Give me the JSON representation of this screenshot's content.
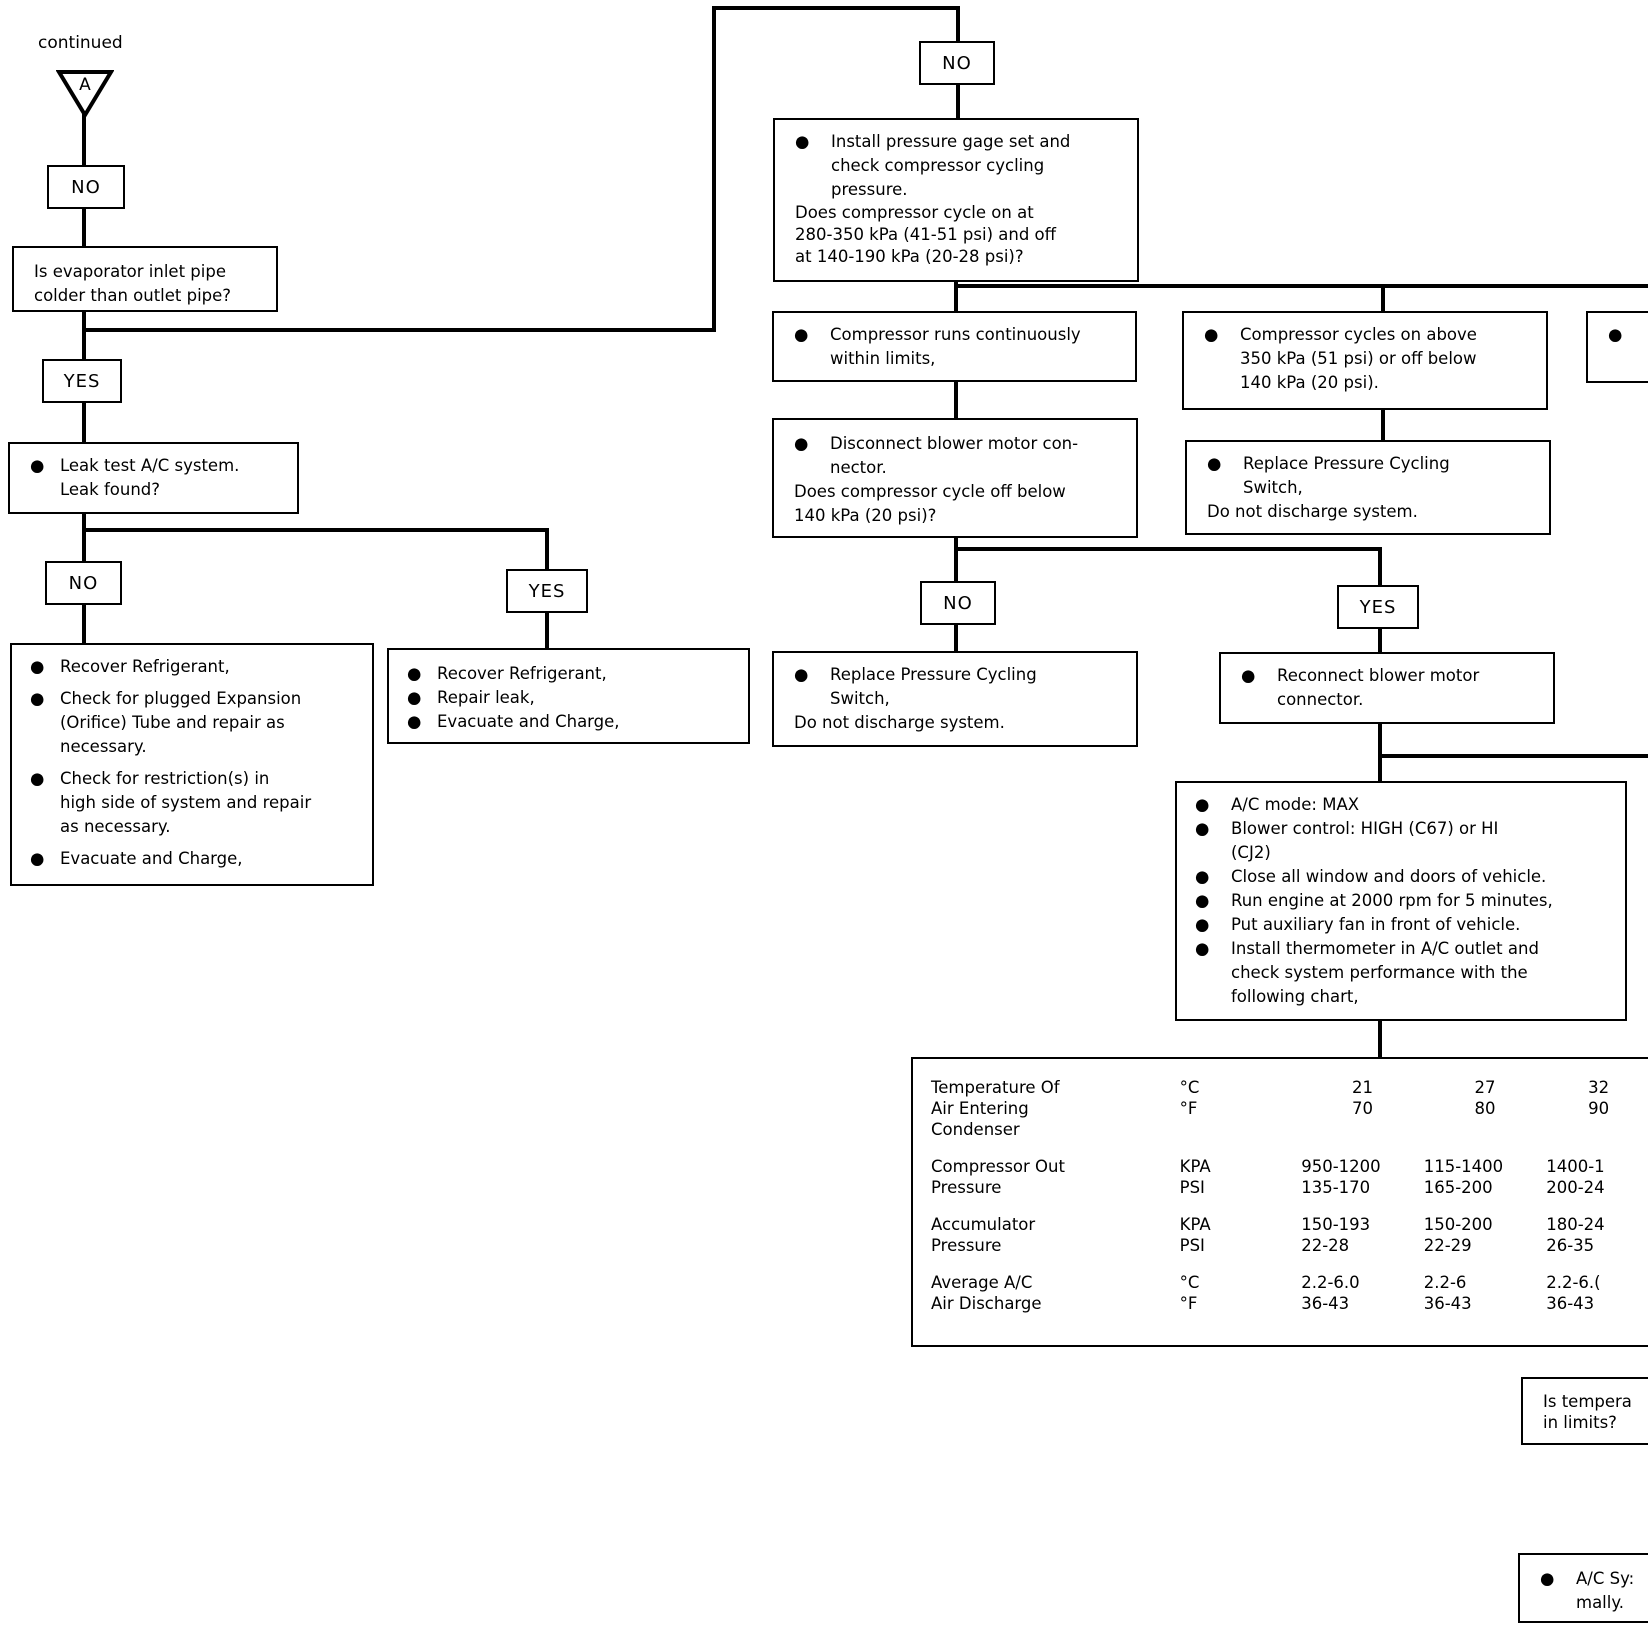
{
  "header": {
    "continued": "continued",
    "connector": "A"
  },
  "labels": {
    "no_top_left": "NO",
    "yes_after_evap": "YES",
    "no_after_leak": "NO",
    "yes_after_leak": "YES",
    "no_top_mid": "NO",
    "no_after_blower": "NO",
    "yes_after_blower": "YES"
  },
  "boxes": {
    "evap_question": "Is evaporator inlet pipe\ncolder than outlet pipe?",
    "leak_test": [
      "Leak test A/C system.\nLeak found?"
    ],
    "recover_no": [
      "Recover Refrigerant,",
      "Check for plugged Expansion\n(Orifice) Tube and repair as\nnecessary.",
      "Check for restriction(s) in\nhigh side of system and repair\nas necessary.",
      "Evacuate and Charge,"
    ],
    "recover_yes": [
      "Recover Refrigerant,",
      "Repair leak,",
      "Evacuate and Charge,"
    ],
    "gage_set": {
      "bullet": "Install pressure gage set and\ncheck compressor cycling\npressure.",
      "question": "Does compressor cycle on at\n280-350 kPa (41-51 psi) and off\nat 140-190 kPa (20-28 psi)?"
    },
    "runs_continuously": "Compressor runs continuously\nwithin limits,",
    "cycles_above": "Compressor cycles on above\n350 kPa (51 psi) or off below\n140 kPa (20 psi).",
    "disconnect_blower": {
      "bullet": "Disconnect blower motor con-\nnector.",
      "question": "Does compressor cycle off below\n140 kPa (20 psi)?"
    },
    "replace_switch_a": {
      "bullet": "Replace Pressure Cycling\nSwitch,",
      "note": "Do not discharge system."
    },
    "replace_switch_b": {
      "bullet": "Replace Pressure Cycling\nSwitch,",
      "note": "Do not discharge system."
    },
    "reconnect_blower": "Reconnect blower motor\nconnector.",
    "ac_setup": [
      "A/C mode: MAX",
      "Blower control: HIGH (C67) or HI\n(CJ2)",
      "Close all window and doors of vehicle.",
      "Run engine at 2000 rpm for 5 minutes,",
      "Put auxiliary fan in front of vehicle.",
      "Install thermometer in A/C outlet and\ncheck system performance with the\nfollowing chart,"
    ],
    "temp_question": "Is tempera\nin limits?",
    "ac_system": "A/C Sy:\nmally."
  },
  "performance_table": {
    "rows": [
      {
        "label": "Temperature Of\nAir Entering\nCondenser",
        "units": "°C\n°F",
        "values": [
          "21\n70",
          "27\n80",
          "32\n90"
        ]
      },
      {
        "label": "Compressor Out\nPressure",
        "units": "KPA\nPSI",
        "values": [
          "950-1200\n135-170",
          "115-1400\n165-200",
          "1400-1\n200-24"
        ]
      },
      {
        "label": "Accumulator\nPressure",
        "units": "KPA\nPSI",
        "values": [
          "150-193\n22-28",
          "150-200\n22-29",
          "180-24\n26-35"
        ]
      },
      {
        "label": "Average A/C\nAir Discharge",
        "units": "°C\n°F",
        "values": [
          "2.2-6.0\n36-43",
          "2.2-6\n36-43",
          "2.2-6.(\n36-43"
        ]
      }
    ]
  }
}
